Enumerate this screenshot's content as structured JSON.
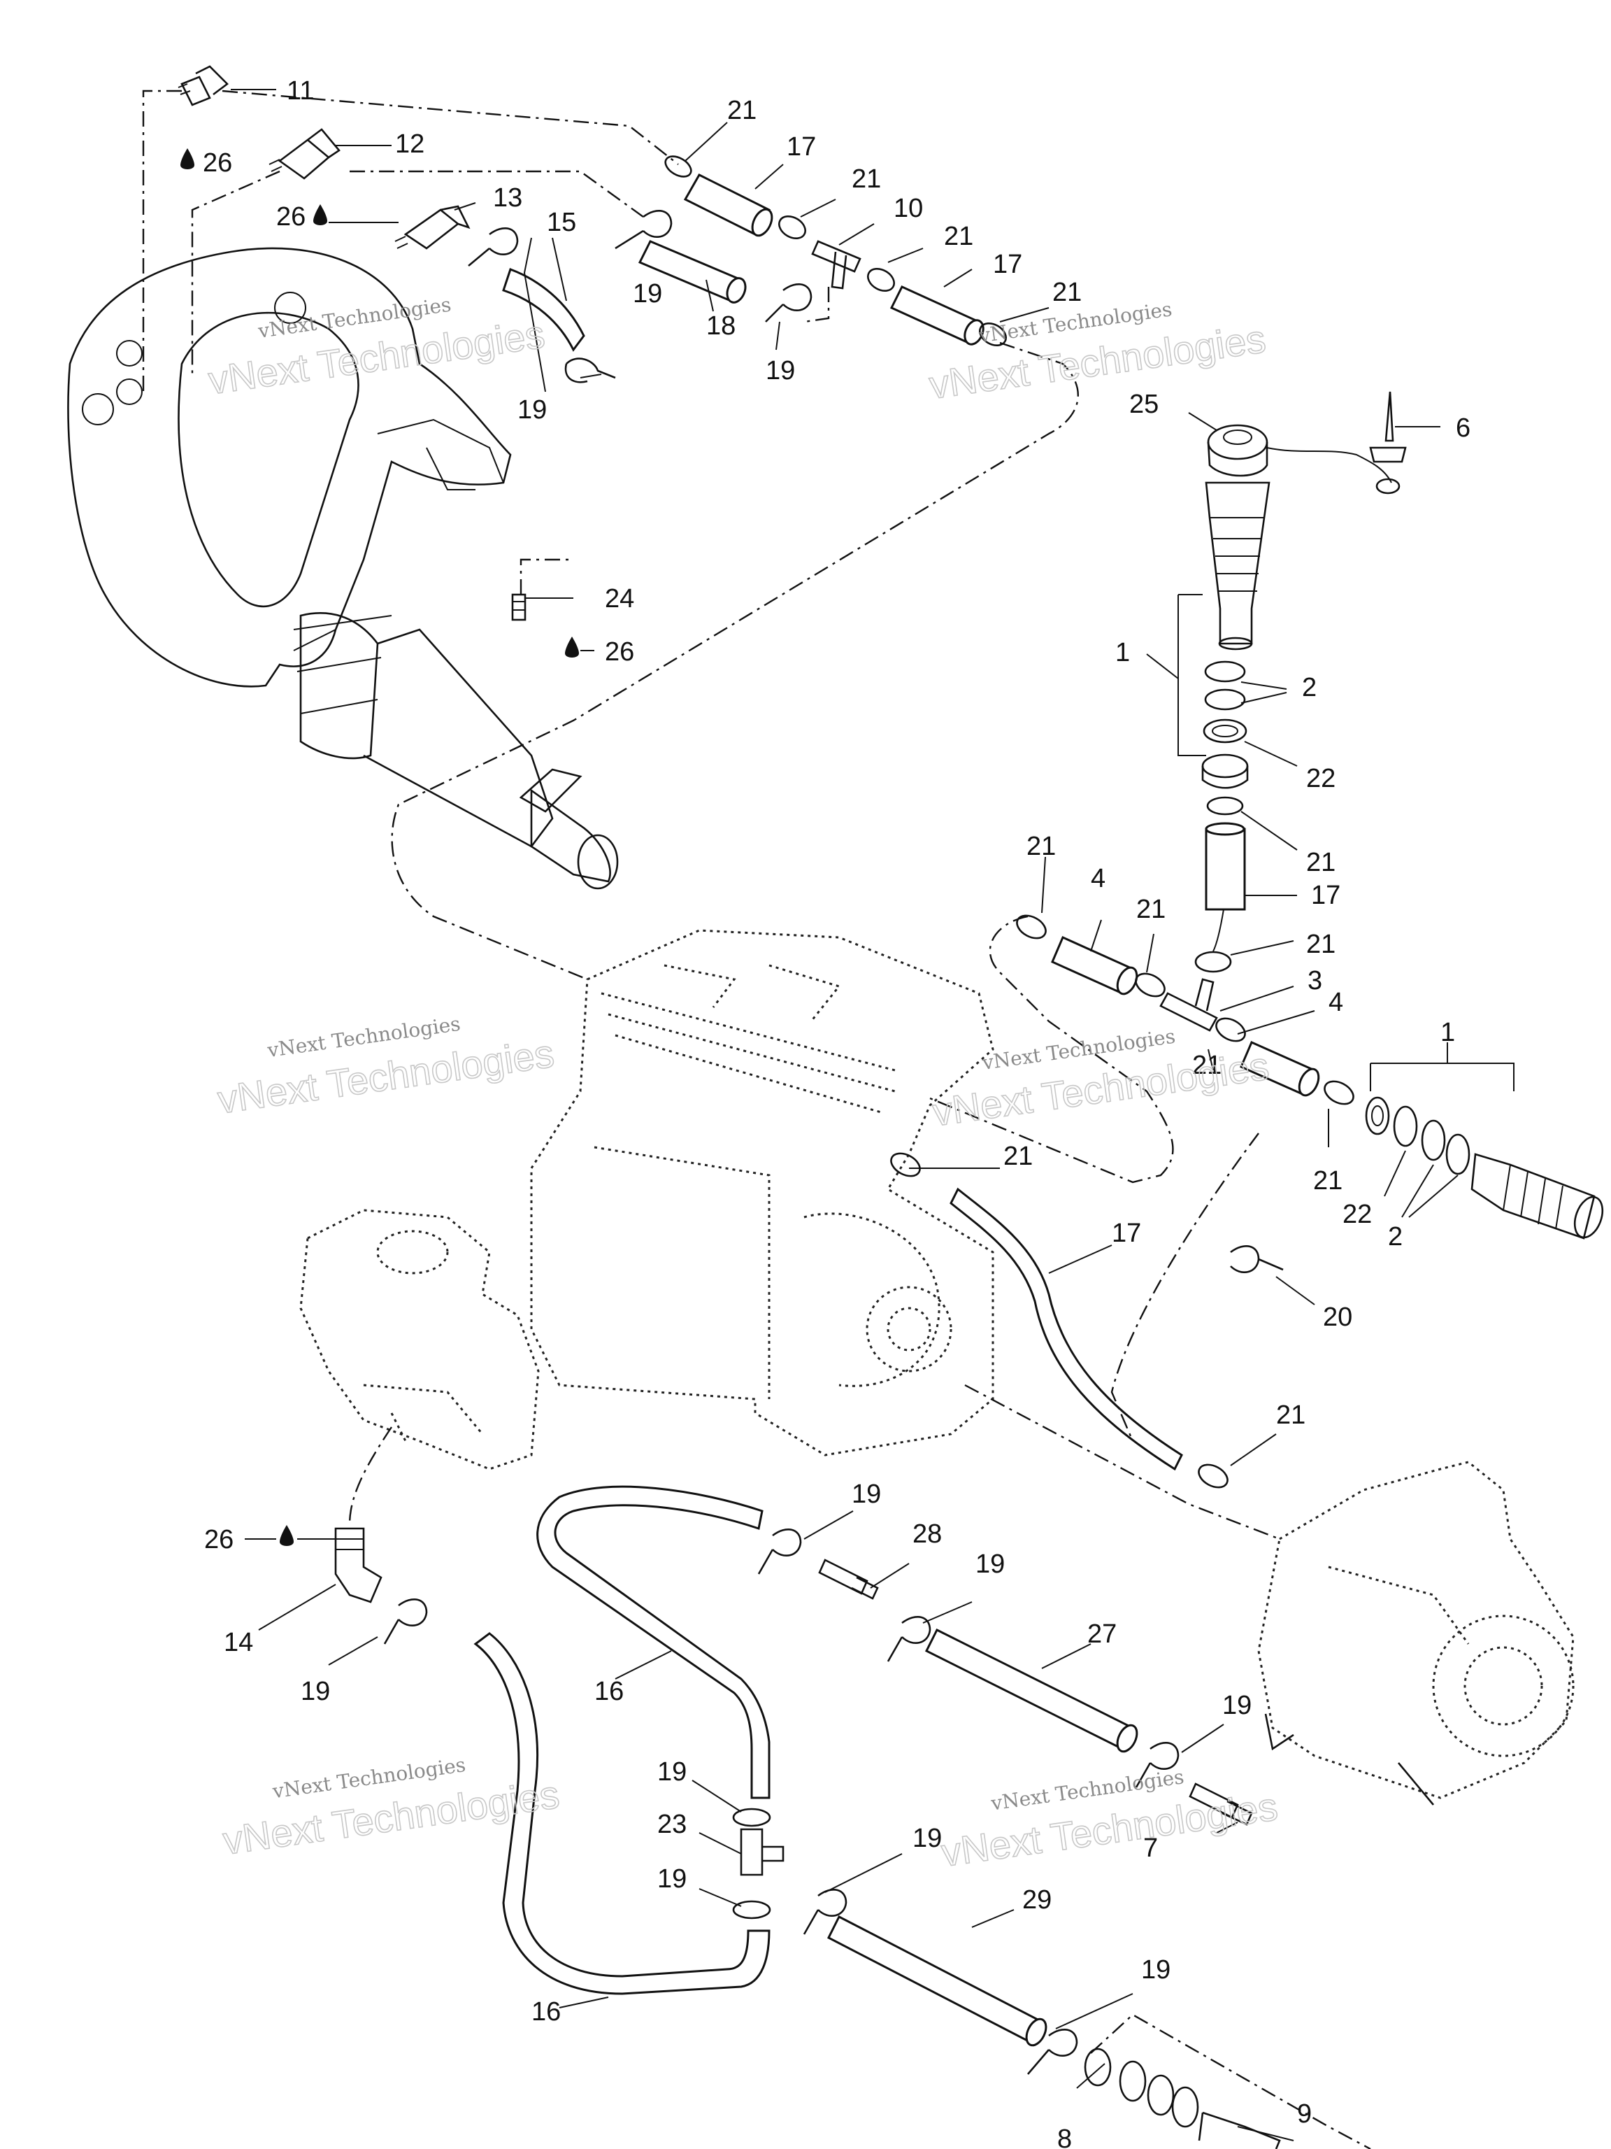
{
  "watermark": {
    "line1": "vNext Technologies",
    "outline": "vNext Technologies"
  },
  "callouts": {
    "c1a": "1",
    "c1b": "1",
    "c2a": "2",
    "c2b": "2",
    "c3": "3",
    "c4a": "4",
    "c4b": "4",
    "c6": "6",
    "c7": "7",
    "c8": "8",
    "c9": "9",
    "c10": "10",
    "c11": "11",
    "c12": "12",
    "c13": "13",
    "c14": "14",
    "c15": "15",
    "c16a": "16",
    "c16b": "16",
    "c17a": "17",
    "c17b": "17",
    "c17c": "17",
    "c17d": "17",
    "c18": "18",
    "c19a": "19",
    "c19b": "19",
    "c19c": "19",
    "c19d": "19",
    "c19e": "19",
    "c19f": "19",
    "c19g": "19",
    "c19h": "19",
    "c19i": "19",
    "c19j": "19",
    "c19k": "19",
    "c20": "20",
    "c21a": "21",
    "c21b": "21",
    "c21c": "21",
    "c21d": "21",
    "c21e": "21",
    "c21f": "21",
    "c21g": "21",
    "c21h": "21",
    "c21i": "21",
    "c21j": "21",
    "c21k": "21",
    "c22a": "22",
    "c22b": "22",
    "c23": "23",
    "c24": "24",
    "c25": "25",
    "c26a": "26",
    "c26b": "26",
    "c26c": "26",
    "c26d": "26",
    "c27": "27",
    "c28": "28",
    "c29": "29"
  },
  "icons": {
    "sealant": "oil-drop-icon"
  }
}
